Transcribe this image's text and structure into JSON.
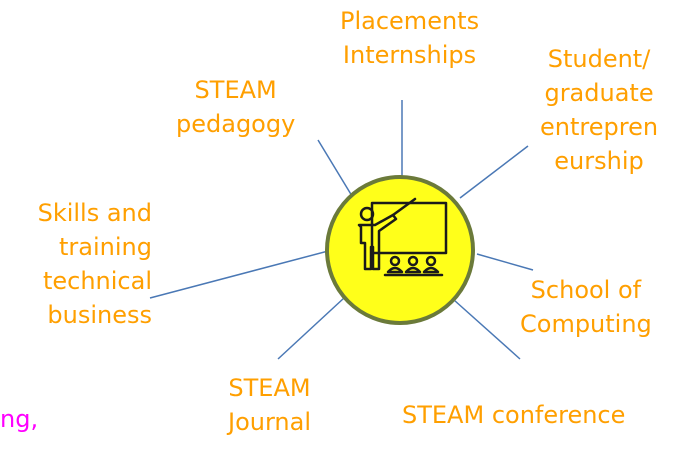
{
  "diagram": {
    "colors": {
      "label_text": "#ff9f00",
      "spoke_line": "#4a78b5",
      "hub_fill": "#ffff1a",
      "hub_border": "#6b7a3a",
      "partial_text": "#ff00ff"
    },
    "center_icon": "teacher-presenting-icon",
    "nodes": {
      "placements": [
        "Placements",
        "Internships"
      ],
      "entrepreneurship": [
        "Student/",
        "graduate",
        "entrepren",
        "eurship"
      ],
      "steam_pedagogy": [
        "STEAM",
        "pedagogy"
      ],
      "skills_training": [
        "Skills and",
        "training",
        "technical",
        "business"
      ],
      "school_computing": [
        "School of",
        "Computing"
      ],
      "steam_journal": [
        "STEAM",
        "Journal"
      ],
      "steam_conference": [
        "STEAM conference"
      ]
    },
    "partial_text": "ng,"
  }
}
